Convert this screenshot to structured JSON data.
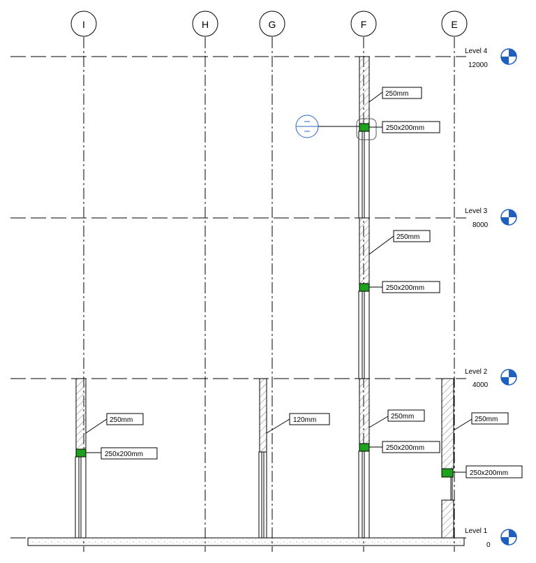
{
  "grids": [
    {
      "label": "I"
    },
    {
      "label": "H"
    },
    {
      "label": "G"
    },
    {
      "label": "F"
    },
    {
      "label": "E"
    }
  ],
  "levels": [
    {
      "name": "Level 4",
      "elevation": "12000"
    },
    {
      "name": "Level 3",
      "elevation": "8000"
    },
    {
      "name": "Level 2",
      "elevation": "4000"
    },
    {
      "name": "Level 1",
      "elevation": "0"
    }
  ],
  "tags": {
    "f_l4_wall": "250mm",
    "f_l4_beam": "250x200mm",
    "f_l3_wall": "250mm",
    "f_l3_beam": "250x200mm",
    "i_wall": "250mm",
    "i_beam": "250x200mm",
    "g_wall": "120mm",
    "f_l2_wall": "250mm",
    "f_l2_beam": "250x200mm",
    "e_wall": "250mm",
    "e_beam": "250x200mm"
  },
  "colors": {
    "beam": "#1ea21e",
    "level_head": "#1f5fbf",
    "section_mark": "#2a66c8"
  }
}
